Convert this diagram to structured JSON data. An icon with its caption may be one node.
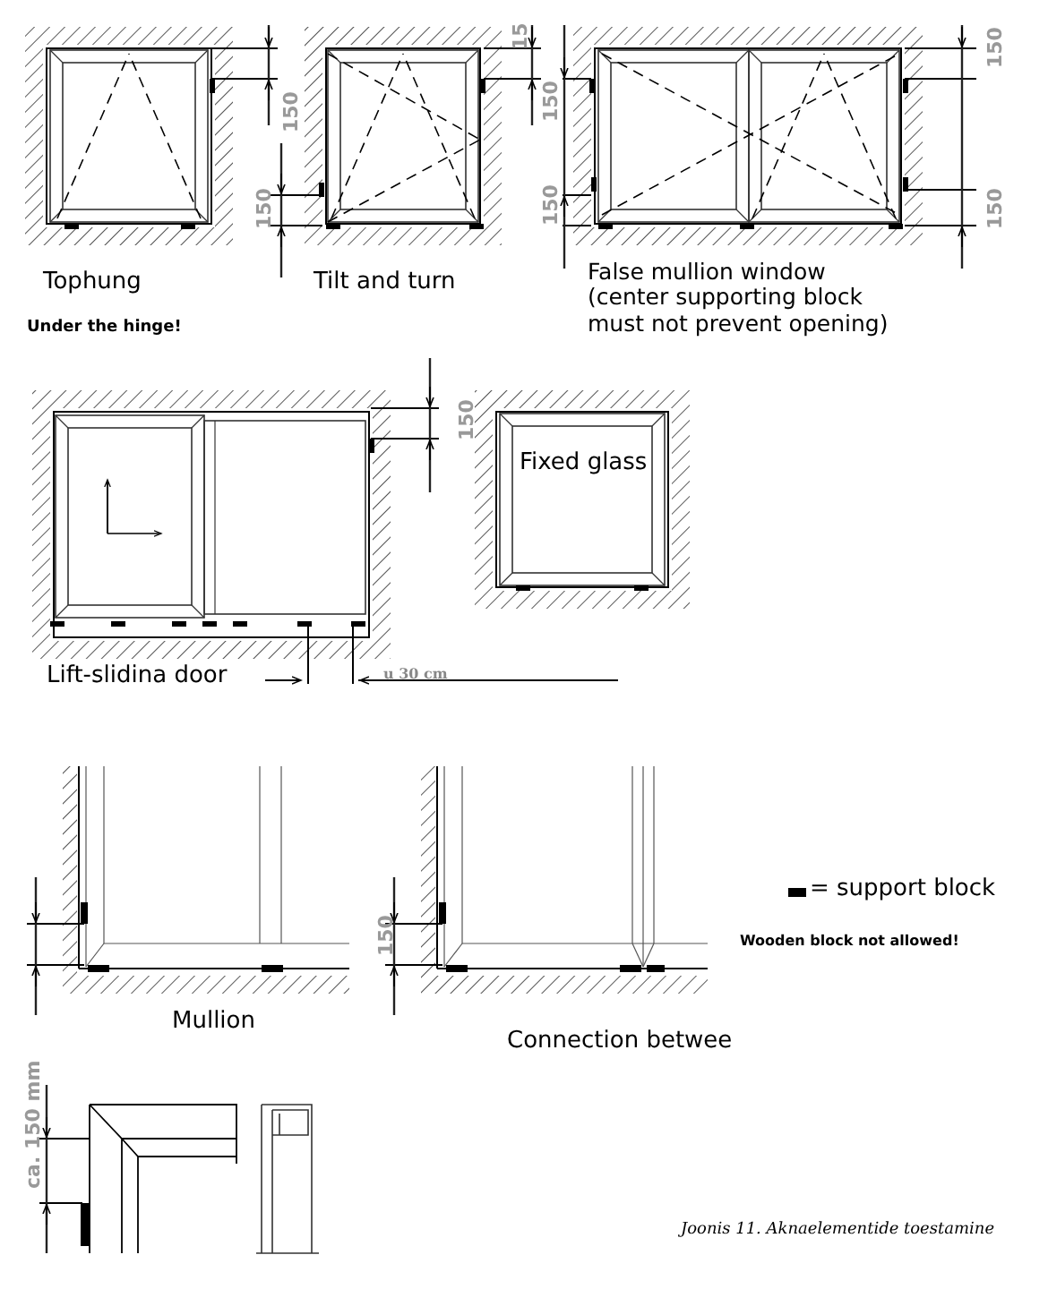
{
  "diagram": {
    "caption": "Joonis 11. Aknaelementide toestamine",
    "labels": [
      "150",
      "15",
      "150",
      "150",
      "150",
      "150",
      "150",
      "Tophung",
      "Tilt and turn",
      "False mullion window (center supporting block must not prevent opening)",
      "Under the hinge!",
      "150",
      "Fixed glass",
      "Lift-slidina door",
      "u 30 cm",
      "150",
      "Mullion",
      "Connection betwee",
      "Wooden block not allowed!",
      "ca. 150 mm"
    ],
    "legend": [
      {
        "text": "= support block",
        "color": "#000000"
      }
    ]
  }
}
